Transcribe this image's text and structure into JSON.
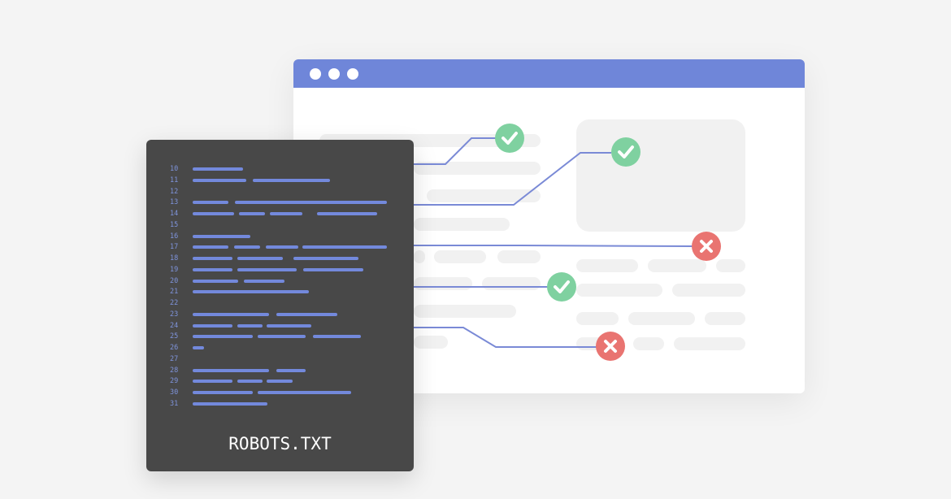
{
  "file": {
    "title": "ROBOTS.TXT",
    "line_numbers": [
      "10",
      "11",
      "12",
      "13",
      "14",
      "15",
      "16",
      "17",
      "18",
      "19",
      "20",
      "21",
      "22",
      "23",
      "24",
      "25",
      "26",
      "27",
      "28",
      "29",
      "30",
      "31"
    ]
  },
  "colors": {
    "background": "#f4f4f4",
    "browser_bar": "#6f86d9",
    "file_panel": "#484848",
    "code_line": "#7389dc",
    "connector": "#7a8ad6",
    "allowed": "#7fd1a0",
    "disallowed": "#e97471"
  },
  "rules": [
    {
      "status": "allowed",
      "icon": "check-icon"
    },
    {
      "status": "allowed",
      "icon": "check-icon"
    },
    {
      "status": "disallowed",
      "icon": "cross-icon"
    },
    {
      "status": "allowed",
      "icon": "check-icon"
    },
    {
      "status": "disallowed",
      "icon": "cross-icon"
    }
  ]
}
